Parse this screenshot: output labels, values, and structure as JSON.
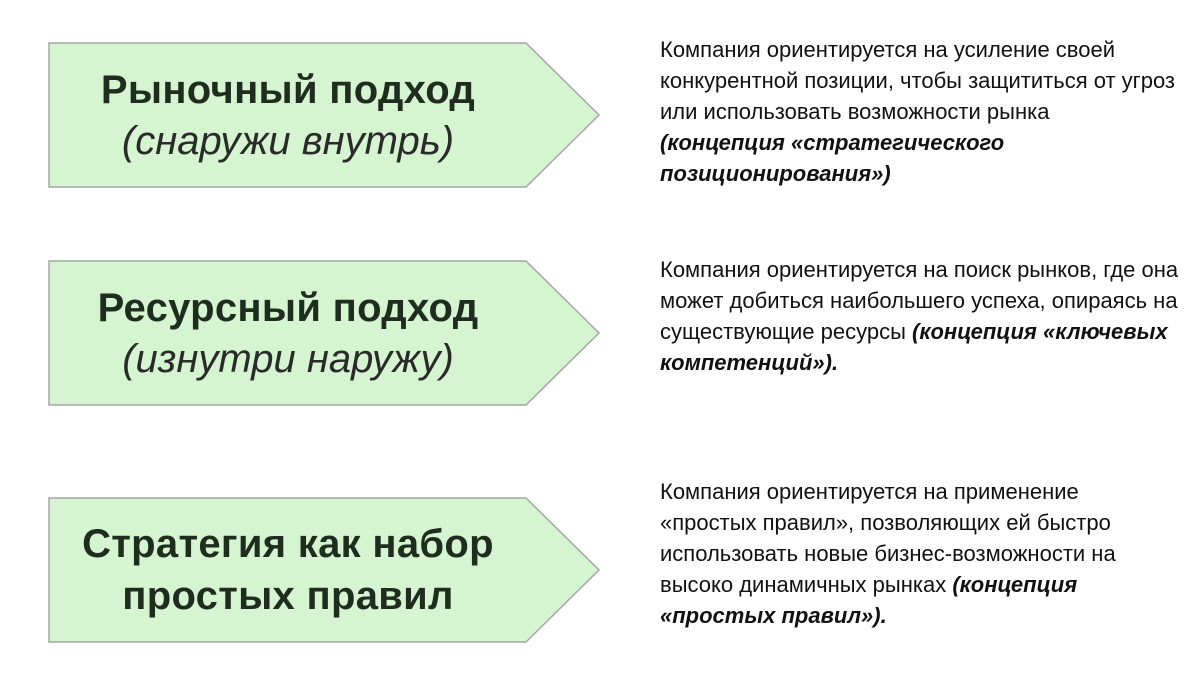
{
  "colors": {
    "arrow_fill": "#d4f5d0",
    "arrow_stroke": "#a6a6a6",
    "title_text": "#1f2d1f"
  },
  "rows": [
    {
      "title": "Рыночный подход",
      "subtitle": "(снаружи внутрь)",
      "desc_text": "Компания ориентируется на  усиление своей конкурентной позиции, чтобы защититься от угроз или использовать возможности рынка ",
      "desc_emphasis": "(концепция «стратегического  позиционирования»)"
    },
    {
      "title": "Ресурсный подход",
      "subtitle": "(изнутри наружу)",
      "desc_text": "Компания ориентируется на  поиск рынков, где она может добиться наибольшего успеха, опираясь на существующие ресурсы ",
      "desc_emphasis": "(концепция «ключевых компетенций»)."
    },
    {
      "title_line1": "Стратегия как набор",
      "title_line2": "простых правил",
      "desc_text": "Компания ориентируется на применение «простых правил», позволяющих ей быстро использовать новые бизнес-возможности на высоко динамичных рынках ",
      "desc_emphasis": "(концепция «простых правил»)."
    }
  ]
}
